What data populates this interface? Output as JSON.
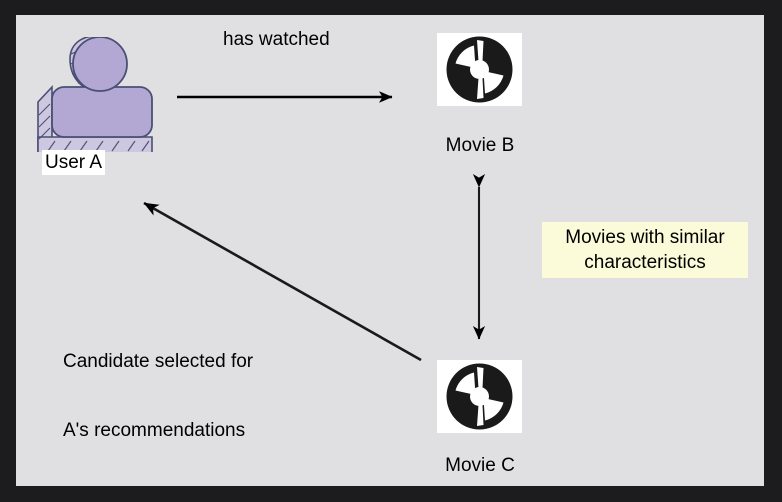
{
  "canvas": {
    "background_color": "#e0e0e2",
    "border_color": "#1c1c1e"
  },
  "nodes": {
    "user": {
      "icon": "user-avatar-3d-icon",
      "label": "User A",
      "fill_color": "#b3a8d4",
      "stroke_color": "#4a4f73",
      "label_background": "#ffffff"
    },
    "movie_b": {
      "icon": "compact-disc-icon",
      "label": "Movie B",
      "tile_background": "#ffffff",
      "disc_color": "#1a1a1a"
    },
    "movie_c": {
      "icon": "compact-disc-icon",
      "label": "Movie C",
      "tile_background": "#ffffff",
      "disc_color": "#1a1a1a"
    }
  },
  "edges": {
    "watched": {
      "label": "has watched",
      "direction": "one-way",
      "color": "#000000"
    },
    "similarity": {
      "direction": "two-way",
      "color": "#000000"
    },
    "candidate": {
      "label_line_1": "Candidate selected for",
      "label_line_2": "A's recommendations",
      "direction": "one-way",
      "color": "#000000"
    }
  },
  "callout": {
    "line_1": "Movies with similar",
    "line_2": "characteristics",
    "background_color": "#fbfbd9",
    "text_color": "#000000"
  }
}
